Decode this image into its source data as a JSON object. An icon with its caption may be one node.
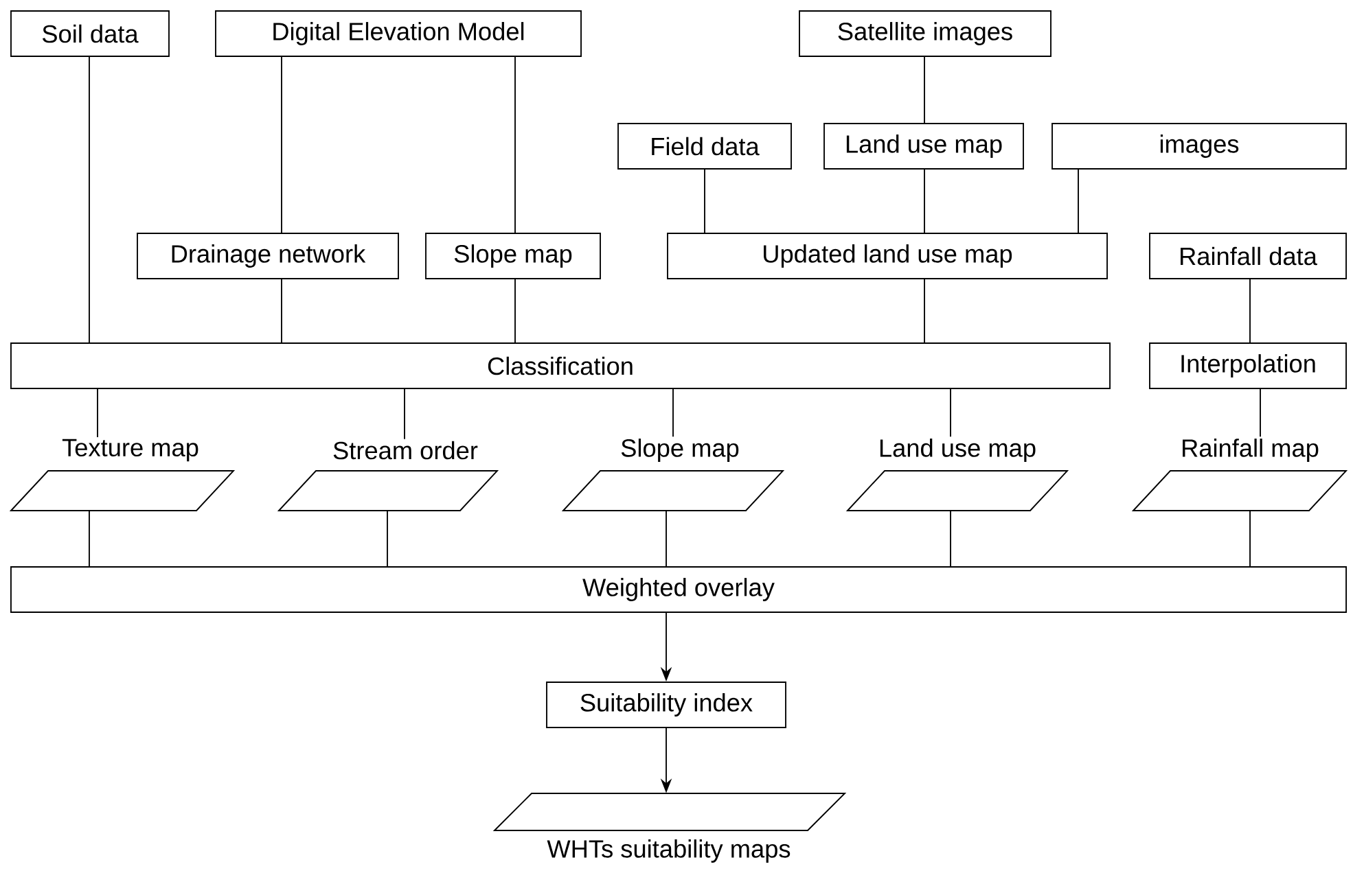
{
  "diagram": {
    "nodes": [
      {
        "text": [
          "Soil data"
        ]
      },
      {
        "text": [
          "Digital Elevation Model"
        ]
      },
      {
        "text": [
          "Satellite images"
        ]
      },
      {
        "text": [
          "Field data"
        ]
      },
      {
        "text": [
          "Land use map"
        ]
      },
      {
        "text": [
          "images"
        ]
      },
      {
        "text": [
          "Drainage network"
        ]
      },
      {
        "text": [
          "Slope map"
        ]
      },
      {
        "text": [
          "Updated land use map"
        ]
      },
      {
        "text": [
          "Rainfall data"
        ]
      },
      {
        "text": [
          "Classification"
        ]
      },
      {
        "text": [
          "Interpolation"
        ]
      },
      {
        "text": [
          "Texture map"
        ]
      },
      {
        "text": [
          "Stream order"
        ]
      },
      {
        "text": [
          "Slope map"
        ]
      },
      {
        "text": [
          "Land use map"
        ]
      },
      {
        "text": [
          "Rainfall map"
        ]
      },
      {
        "text": [
          "Weighted overlay"
        ]
      },
      {
        "text": [
          "Suitability index"
        ]
      },
      {
        "text": [
          "WHTs suitability maps"
        ]
      }
    ],
    "edges": [
      {
        "from": 0,
        "to": 10,
        "arrow": "none"
      },
      {
        "from": 1,
        "to": 6,
        "arrow": "none"
      },
      {
        "from": 1,
        "to": 7,
        "arrow": "none"
      },
      {
        "from": 2,
        "to": 4,
        "arrow": "none"
      },
      {
        "from": 3,
        "to": 8,
        "arrow": "none"
      },
      {
        "from": 4,
        "to": 8,
        "arrow": "none"
      },
      {
        "from": 5,
        "to": 8,
        "arrow": "none"
      },
      {
        "from": 6,
        "to": 10,
        "arrow": "none"
      },
      {
        "from": 7,
        "to": 10,
        "arrow": "none"
      },
      {
        "from": 8,
        "to": 10,
        "arrow": "none"
      },
      {
        "from": 9,
        "to": 11,
        "arrow": "none"
      },
      {
        "from": 10,
        "to": 12,
        "arrow": "none"
      },
      {
        "from": 10,
        "to": 13,
        "arrow": "none"
      },
      {
        "from": 10,
        "to": 14,
        "arrow": "none"
      },
      {
        "from": 10,
        "to": 15,
        "arrow": "none"
      },
      {
        "from": 11,
        "to": 16,
        "arrow": "none"
      },
      {
        "from": 12,
        "to": 17,
        "arrow": "none"
      },
      {
        "from": 13,
        "to": 17,
        "arrow": "none"
      },
      {
        "from": 14,
        "to": 17,
        "arrow": "none"
      },
      {
        "from": 15,
        "to": 17,
        "arrow": "none"
      },
      {
        "from": 16,
        "to": 17,
        "arrow": "none"
      },
      {
        "from": 17,
        "to": 18,
        "arrow": "to"
      },
      {
        "from": 18,
        "to": 19,
        "arrow": "to"
      }
    ]
  }
}
